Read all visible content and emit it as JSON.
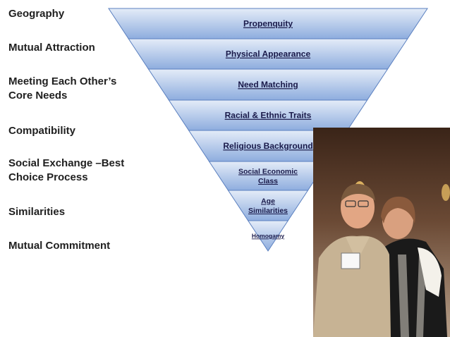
{
  "left_labels": [
    "Geography",
    "Mutual Attraction",
    "Meeting Each Other’s Core Needs",
    "Compatibility",
    "Social Exchange –Best Choice Process",
    "Similarities",
    "Mutual Commitment"
  ],
  "funnel_levels": [
    "Propenquity",
    "Physical Appearance",
    "Need Matching",
    "Racial & Ethnic Traits",
    "Religious Background",
    "Social Economic Class",
    "Age Similarities",
    "Homogamy"
  ],
  "colors": {
    "funnel_top": "#e4ecf8",
    "funnel_bottom": "#8eadde",
    "funnel_stroke": "#5a7fbf",
    "label_text": "#1a1a4a"
  }
}
